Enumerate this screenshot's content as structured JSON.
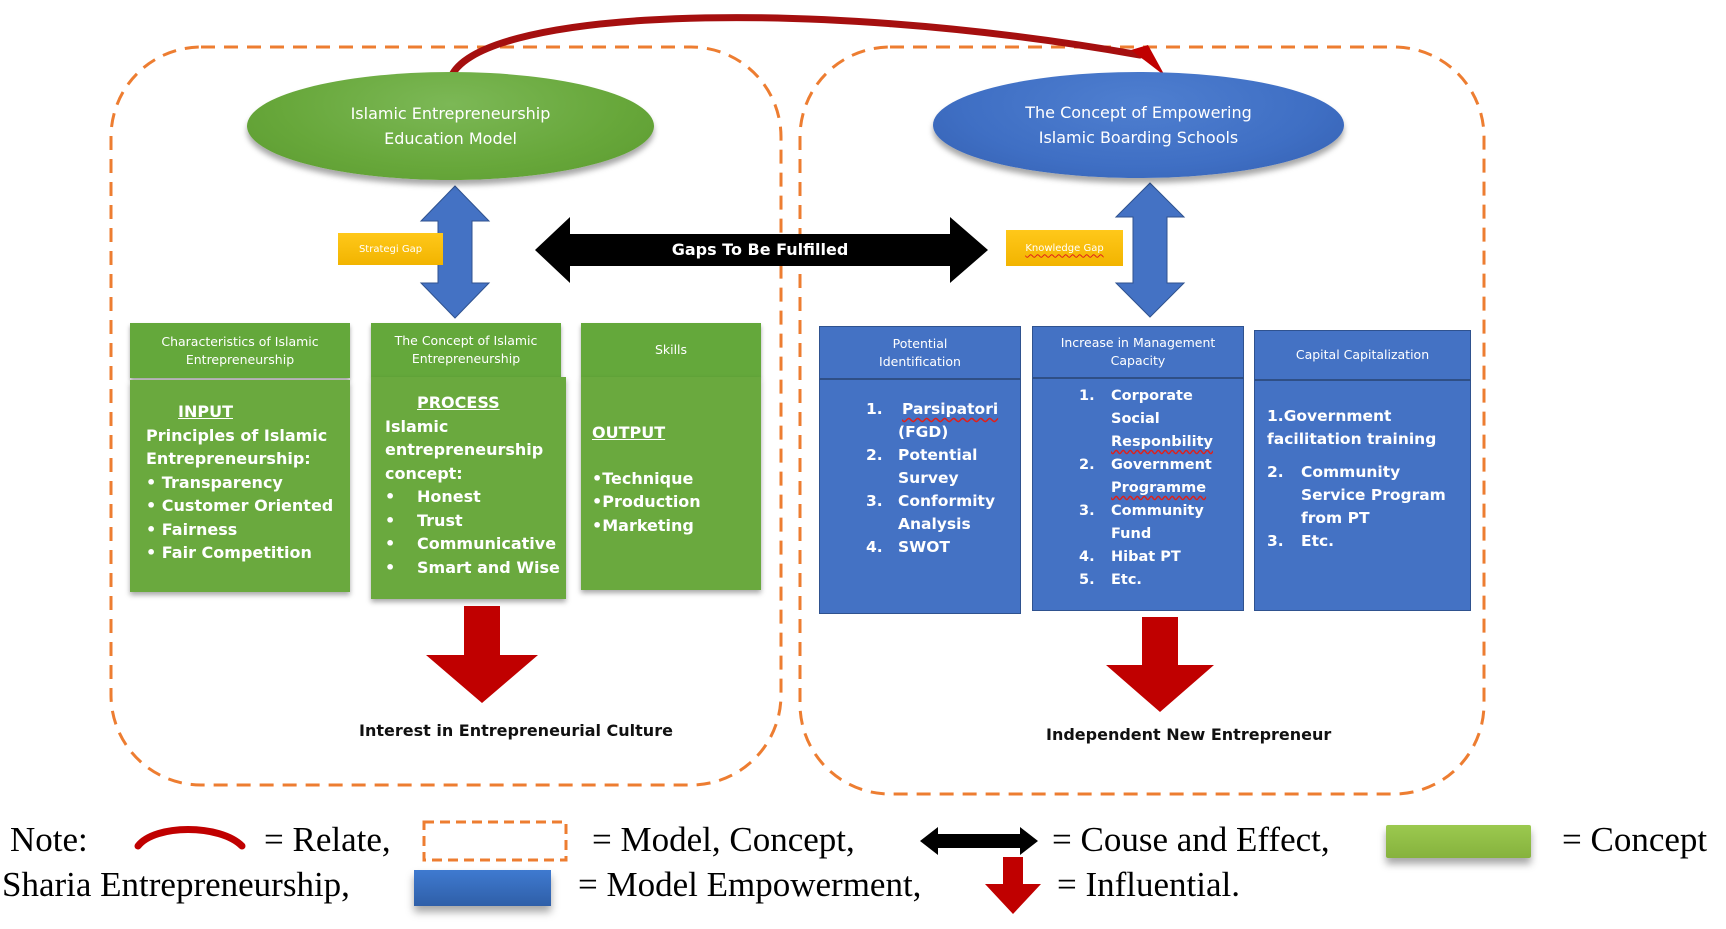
{
  "diagram": {
    "left_model": {
      "title": "Islamic Entrepreneurship Education Model",
      "gap_label": "Strategi Gap",
      "columns": [
        {
          "header": "Characteristics of Islamic Entrepreneurship",
          "section": "INPUT",
          "intro": "Principles of Islamic Entrepreneurship:",
          "items": [
            "Transparency",
            "Customer Oriented",
            "Fairness",
            "Fair Competition"
          ]
        },
        {
          "header": "The Concept of Islamic Entrepreneurship",
          "section": "PROCESS",
          "intro": "Islamic entrepreneurship concept:",
          "items": [
            "Honest",
            "Trust",
            "Communicative",
            "Smart and Wise"
          ]
        },
        {
          "header": "Skills",
          "section": "OUTPUT",
          "intro": "",
          "items": [
            "Technique",
            "Production",
            "Marketing"
          ]
        }
      ],
      "result": "Interest in Entrepreneurial Culture"
    },
    "center_arrow_label": "Gaps To Be Fulfilled",
    "right_model": {
      "title": "The Concept of Empowering Islamic Boarding Schools",
      "gap_label": "Knowledge Gap",
      "columns": [
        {
          "header": "Potential Identification",
          "items": [
            {
              "n": "1.",
              "text": "Parsipatori (FGD)"
            },
            {
              "n": "2.",
              "text": "Potential Survey"
            },
            {
              "n": "3.",
              "text": "Conformity Analysis"
            },
            {
              "n": "4.",
              "text": "SWOT"
            }
          ]
        },
        {
          "header": "Increase in Management Capacity",
          "items": [
            {
              "n": "1.",
              "text": "Corporate Social Responbility"
            },
            {
              "n": "2.",
              "text": "Government Programme"
            },
            {
              "n": "3.",
              "text": "Community Fund"
            },
            {
              "n": "4.",
              "text": "Hibat PT"
            },
            {
              "n": "5.",
              "text": "Etc."
            }
          ]
        },
        {
          "header": "Capital Capitalization",
          "items": [
            {
              "n": "1.",
              "text": "Government facilitation training"
            },
            {
              "n": "2.",
              "text": "Community Service Program from PT"
            },
            {
              "n": "3.",
              "text": "Etc."
            }
          ]
        }
      ],
      "result": "Independent New Entrepreneur"
    }
  },
  "legend": {
    "note_label": "Note:",
    "relate": "= Relate,",
    "model_concept": "= Model, Concept,",
    "cause_effect": "= Couse and Effect,",
    "concept": "= Concept",
    "sharia": "Sharia Entrepreneurship,",
    "model_empowerment": "= Model Empowerment,",
    "influential": "= Influential."
  },
  "colors": {
    "dashed_border": "#ed7d31",
    "relate_arrow": "#a50f0f",
    "green_concept": "#6aa93e",
    "blue_model": "#4472c4",
    "gap_label": "#ffc000",
    "influential_arrow": "#c00000",
    "cause_effect_arrow": "#000000"
  }
}
